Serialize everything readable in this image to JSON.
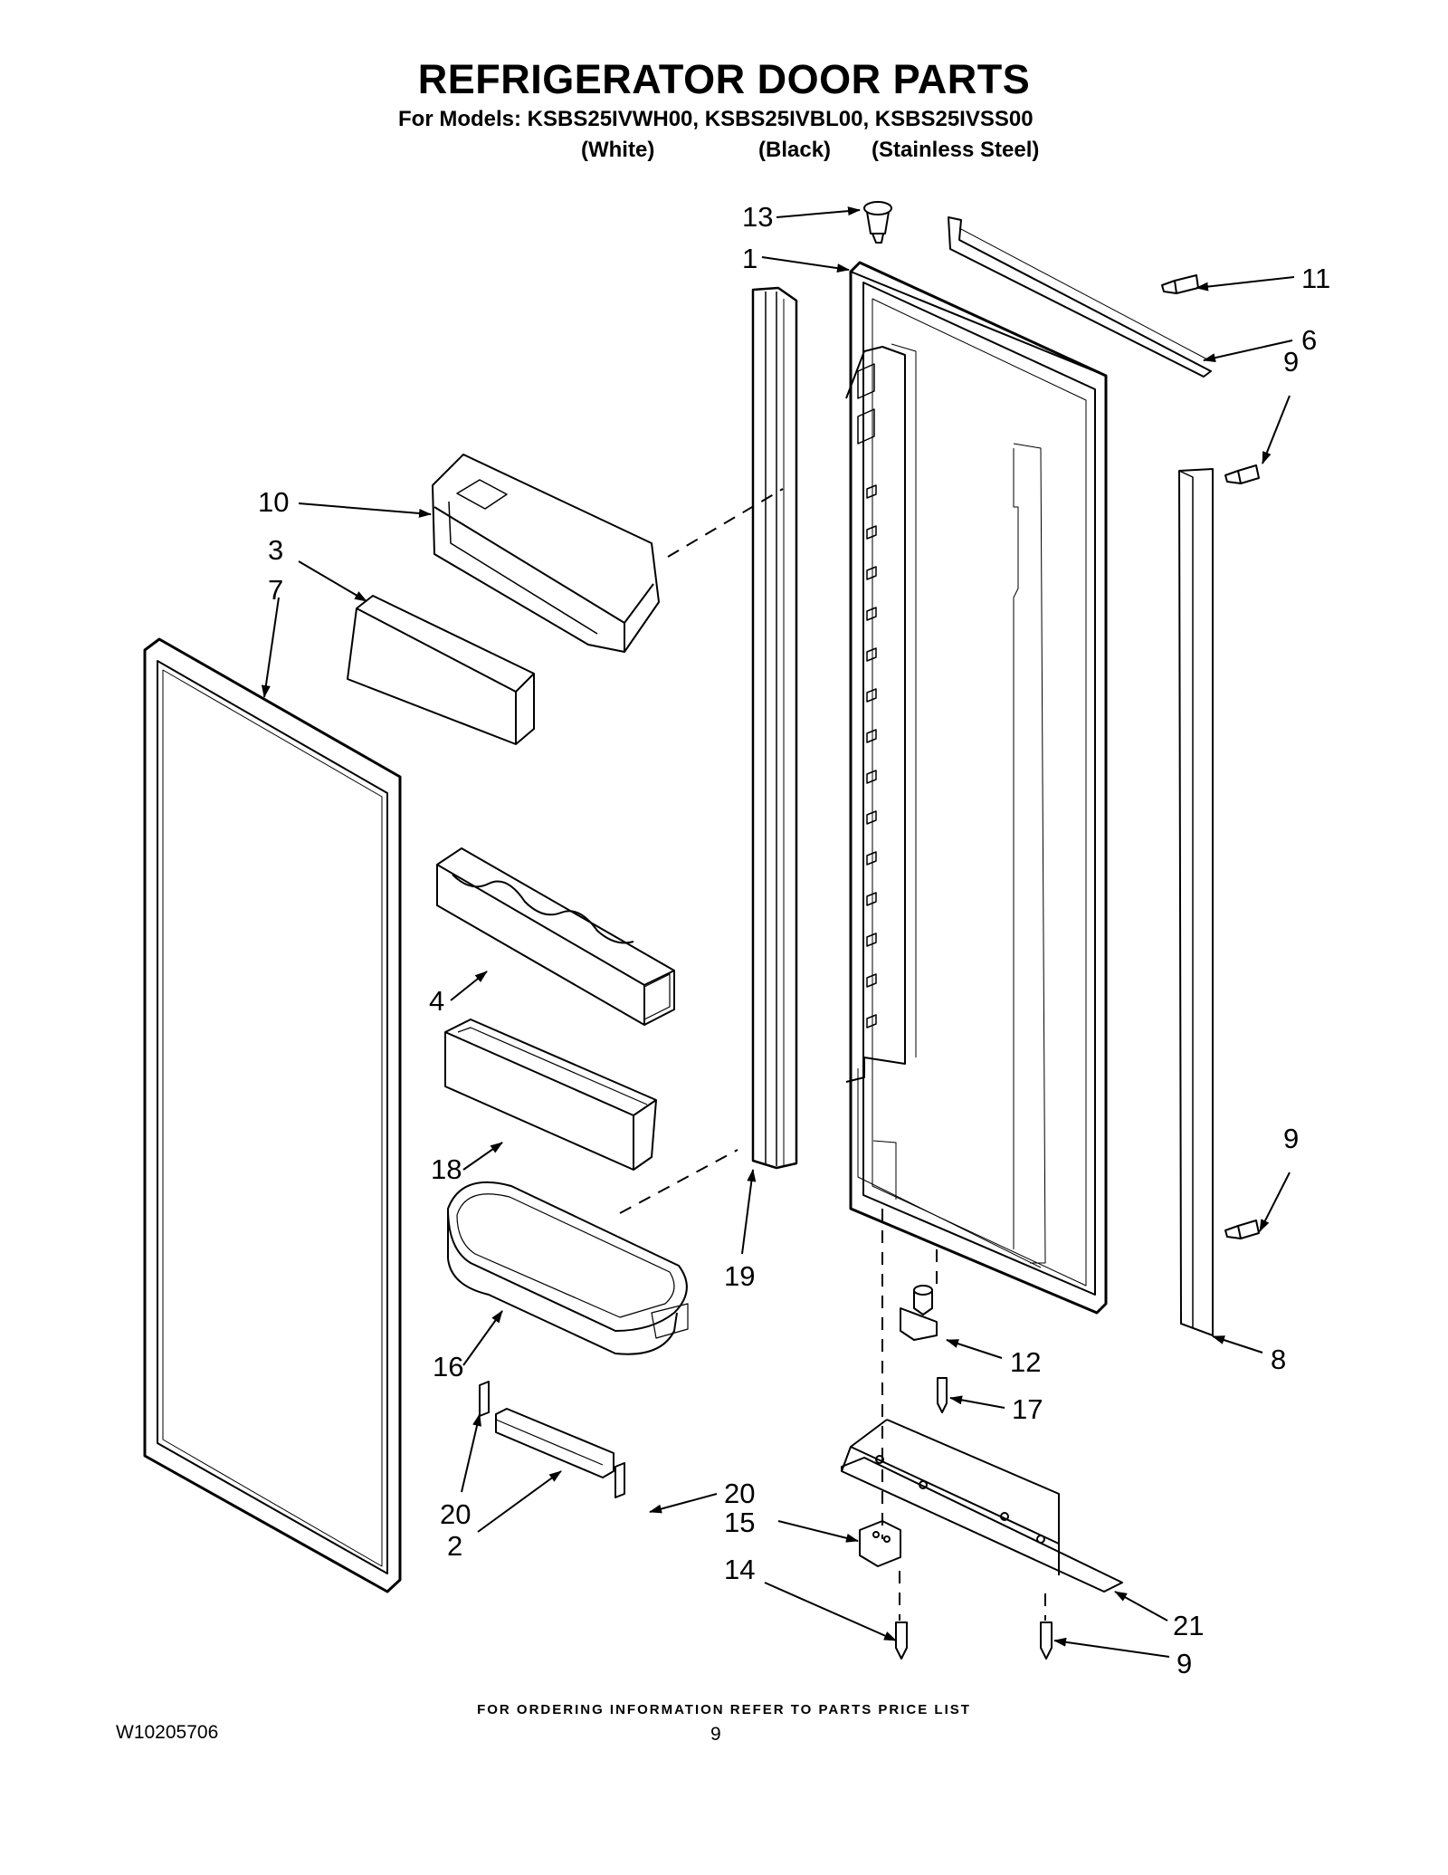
{
  "title": "REFRIGERATOR DOOR PARTS",
  "models_line": "For Models: KSBS25IVWH00, KSBS25IVBL00, KSBS25IVSS00",
  "variants": [
    "(White)",
    "(Black)",
    "(Stainless Steel)"
  ],
  "callouts": {
    "c13": "13",
    "c1": "1",
    "c11": "11",
    "c6": "6",
    "c9a": "9",
    "c10": "10",
    "c3": "3",
    "c7": "7",
    "c4": "4",
    "c18": "18",
    "c19": "19",
    "c9b": "9",
    "c16": "16",
    "c12": "12",
    "c8": "8",
    "c17": "17",
    "c20a": "20",
    "c20b": "20",
    "c2": "2",
    "c15": "15",
    "c14": "14",
    "c21": "21",
    "c9c": "9"
  },
  "footer_note": "FOR ORDERING INFORMATION REFER TO PARTS PRICE LIST",
  "document_id": "W10205706",
  "page_number": "9"
}
